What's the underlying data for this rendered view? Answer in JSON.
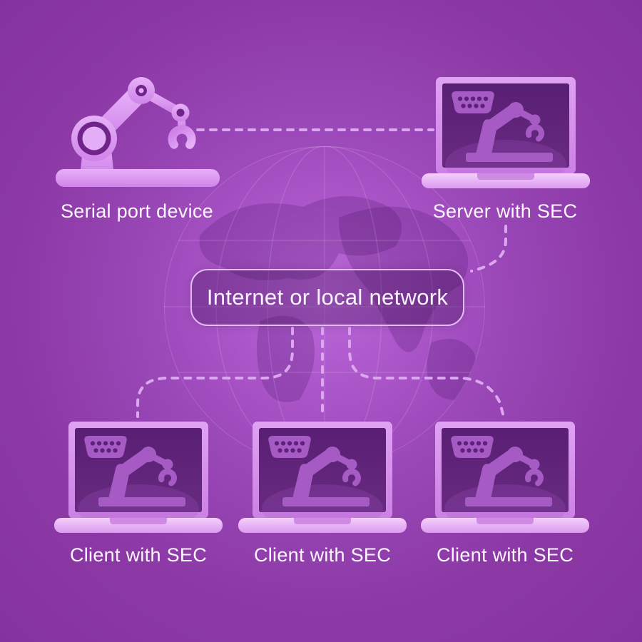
{
  "diagram": {
    "nodes": {
      "serial_device": {
        "label": "Serial port device",
        "icon": "robot-arm-icon"
      },
      "server": {
        "label": "Server with SEC",
        "icon": "laptop-serial-icon"
      },
      "network_hub": {
        "label": "Internet or local network"
      },
      "clients": [
        {
          "label": "Client with SEC",
          "icon": "laptop-serial-icon"
        },
        {
          "label": "Client with SEC",
          "icon": "laptop-serial-icon"
        },
        {
          "label": "Client with SEC",
          "icon": "laptop-serial-icon"
        }
      ]
    },
    "connections": [
      {
        "from": "serial_device",
        "to": "server",
        "style": "dashed"
      },
      {
        "from": "server",
        "to": "network_hub",
        "style": "dashed"
      },
      {
        "from": "network_hub",
        "to": "client_1",
        "style": "dashed"
      },
      {
        "from": "network_hub",
        "to": "client_2",
        "style": "dashed"
      },
      {
        "from": "network_hub",
        "to": "client_3",
        "style": "dashed"
      }
    ],
    "colors": {
      "background_center": "#a957c7",
      "background_edge": "#6d2384",
      "icon_lavender": "#d997f0",
      "laptop_screen": "#5c2077",
      "screen_icon": "#a65ac4",
      "dash": "#dda6f0",
      "hub_border": "#e4bbf4",
      "text": "#ffffff"
    }
  }
}
